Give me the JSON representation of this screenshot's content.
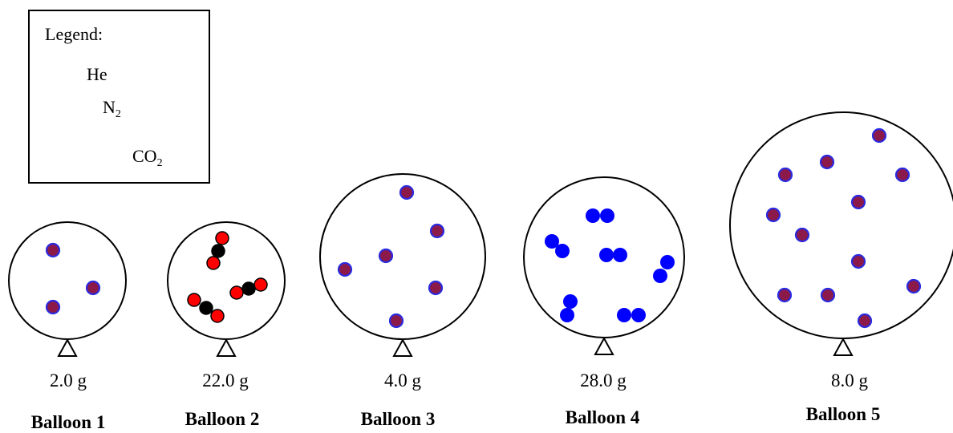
{
  "legend": {
    "title": "Legend:",
    "items": [
      {
        "formula": "He",
        "sub": "",
        "icon": "helium-atom-icon"
      },
      {
        "formula": "N",
        "sub": "2",
        "icon": "nitrogen-molecule-icon"
      },
      {
        "formula": "CO",
        "sub": "2",
        "icon": "carbon-dioxide-molecule-icon"
      }
    ]
  },
  "colors": {
    "helium_fill": "#8b1a4a",
    "helium_stroke": "#2a2ae0",
    "nitrogen": "#0000ff",
    "oxygen": "#ff0000",
    "carbon": "#000000"
  },
  "balloons": [
    {
      "name": "Balloon 1",
      "mass": "2.0 g",
      "gas": "He",
      "particles": 3
    },
    {
      "name": "Balloon 2",
      "mass": "22.0 g",
      "gas": "CO2",
      "particles": 3
    },
    {
      "name": "Balloon 3",
      "mass": "4.0 g",
      "gas": "He",
      "particles": 6
    },
    {
      "name": "Balloon 4",
      "mass": "28.0 g",
      "gas": "N2",
      "particles": 6
    },
    {
      "name": "Balloon 5",
      "mass": "8.0 g",
      "gas": "He",
      "particles": 12
    }
  ]
}
